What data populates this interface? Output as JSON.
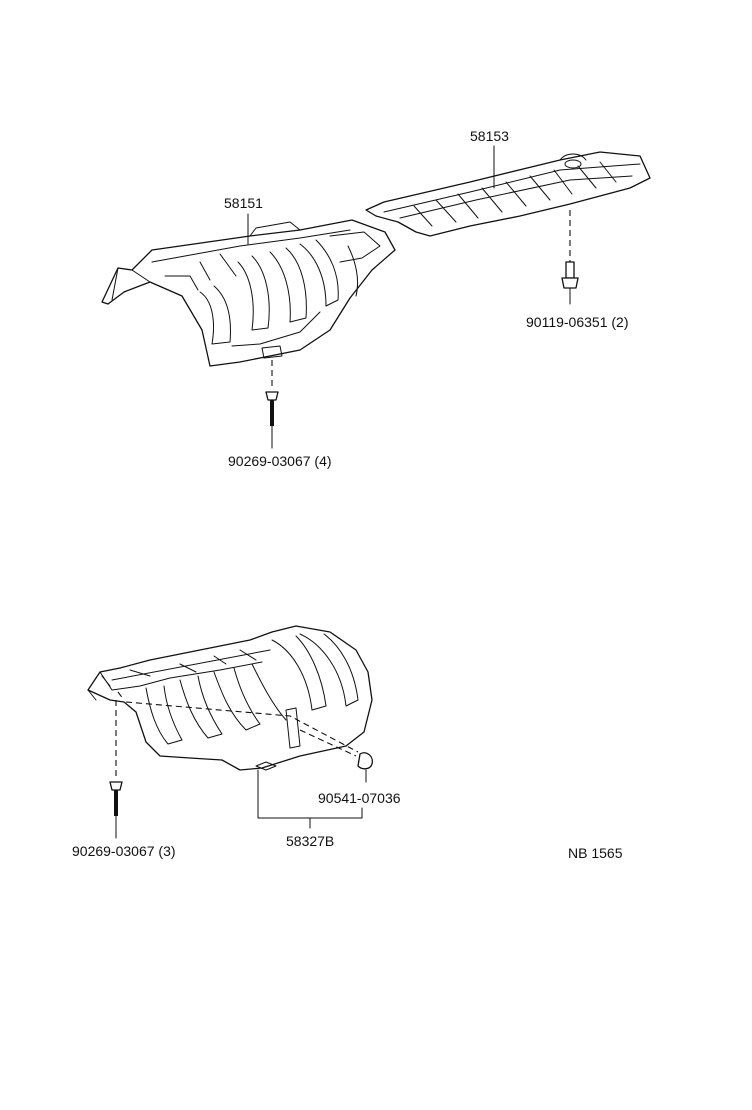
{
  "diagram": {
    "labels": {
      "p58151": "58151",
      "p58153": "58153",
      "p90119": "90119-06351 (2)",
      "p90269a": "90269-03067 (4)",
      "p90269b": "90269-03067 (3)",
      "p90541": "90541-07036",
      "p58327": "58327B",
      "ref": "NB 1565"
    }
  }
}
